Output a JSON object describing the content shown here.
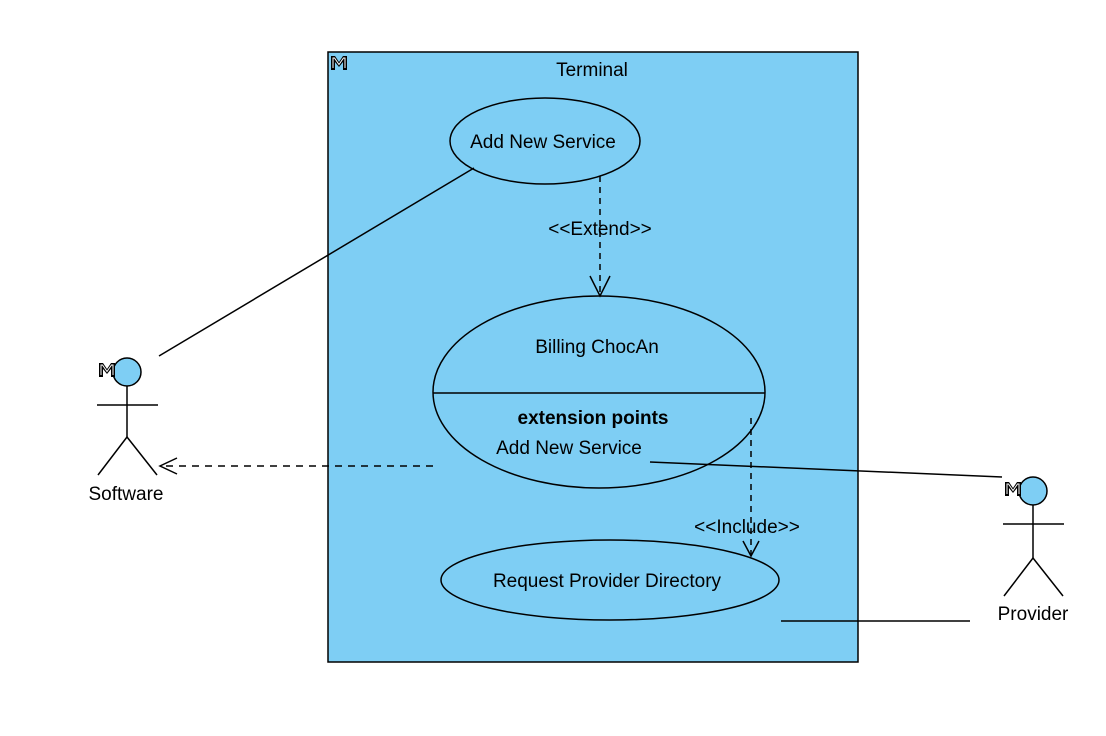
{
  "colors": {
    "fill": "#7ECEF4",
    "stroke": "#000000",
    "background": "#ffffff"
  },
  "system": {
    "title": "Terminal",
    "icon": "m-model-icon"
  },
  "use_cases": {
    "add_new_service": "Add New Service",
    "billing": {
      "name": "Billing ChocAn",
      "extension_points_label": "extension points",
      "extension_point": "Add New Service"
    },
    "request_directory": "Request Provider Directory"
  },
  "relations": {
    "extend": "<<Extend>>",
    "include": "<<Include>>"
  },
  "actors": {
    "software": "Software",
    "provider": "Provider"
  }
}
